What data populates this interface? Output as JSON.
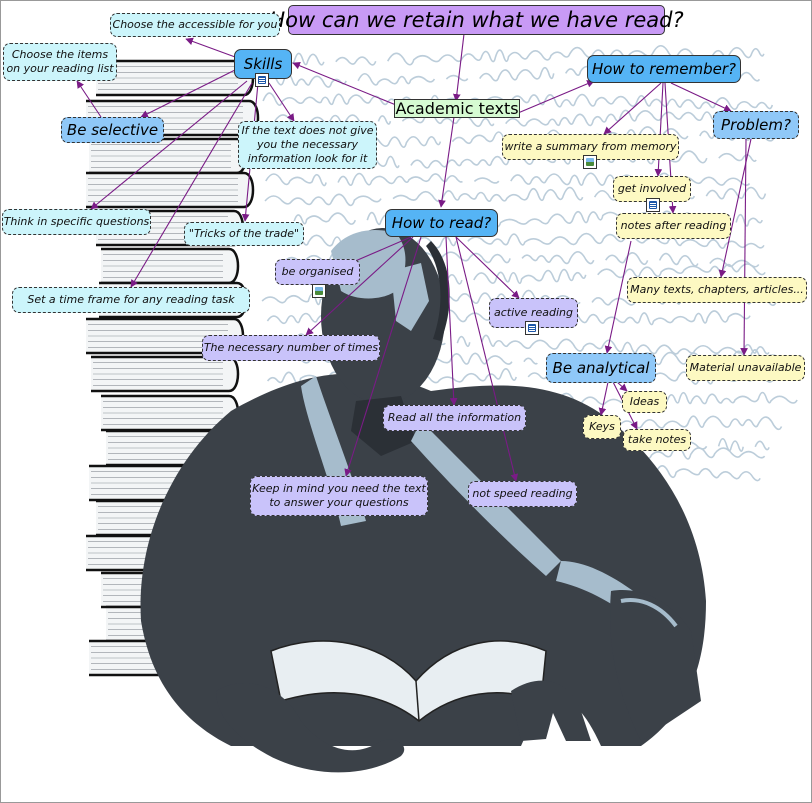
{
  "title": "How can we retain what we have read?",
  "colors": {
    "link": "#7a1b86",
    "figure": "#3b4148",
    "figure_light": "#a6bccc",
    "scribble": "#b5c8d6",
    "books": "#111111"
  },
  "nodes": {
    "title": "How can we retain what we have read?",
    "academic_texts": "Academic texts",
    "skills": "Skills",
    "choose_accessible": "Choose the accessible for you",
    "choose_items": "Choose the items on your reading list",
    "be_selective": "Be selective",
    "text_not_info": "If the text does not give you the necessary information look for it",
    "think_questions": "Think in specific questions",
    "tricks": "\"Tricks of the trade\"",
    "time_frame": "Set a time frame for any reading task",
    "how_to_remember": "How to remember?",
    "write_summary": "write a summary from memory",
    "get_involved": "get involved",
    "notes_after": "notes after reading",
    "problem": "Problem?",
    "many_texts": "Many texts, chapters, articles...",
    "material_unavailable": "Material unavailable",
    "how_to_read": "How to read?",
    "be_organised": "be organised",
    "active_reading": "active reading",
    "necessary_times": "The necessary number of times",
    "read_all": "Read all the information",
    "keep_in_mind": "Keep in mind you need the text to answer your questions",
    "not_speed": "not speed reading",
    "be_analytical": "Be analytical",
    "ideas": "Ideas",
    "keys": "Keys",
    "take_notes": "take notes"
  },
  "attachments": [
    {
      "node": "skills",
      "icon": "document-icon"
    },
    {
      "node": "write_summary",
      "icon": "image-icon"
    },
    {
      "node": "get_involved",
      "icon": "document-icon"
    },
    {
      "node": "be_organised",
      "icon": "image-icon"
    },
    {
      "node": "active_reading",
      "icon": "document-icon"
    }
  ]
}
